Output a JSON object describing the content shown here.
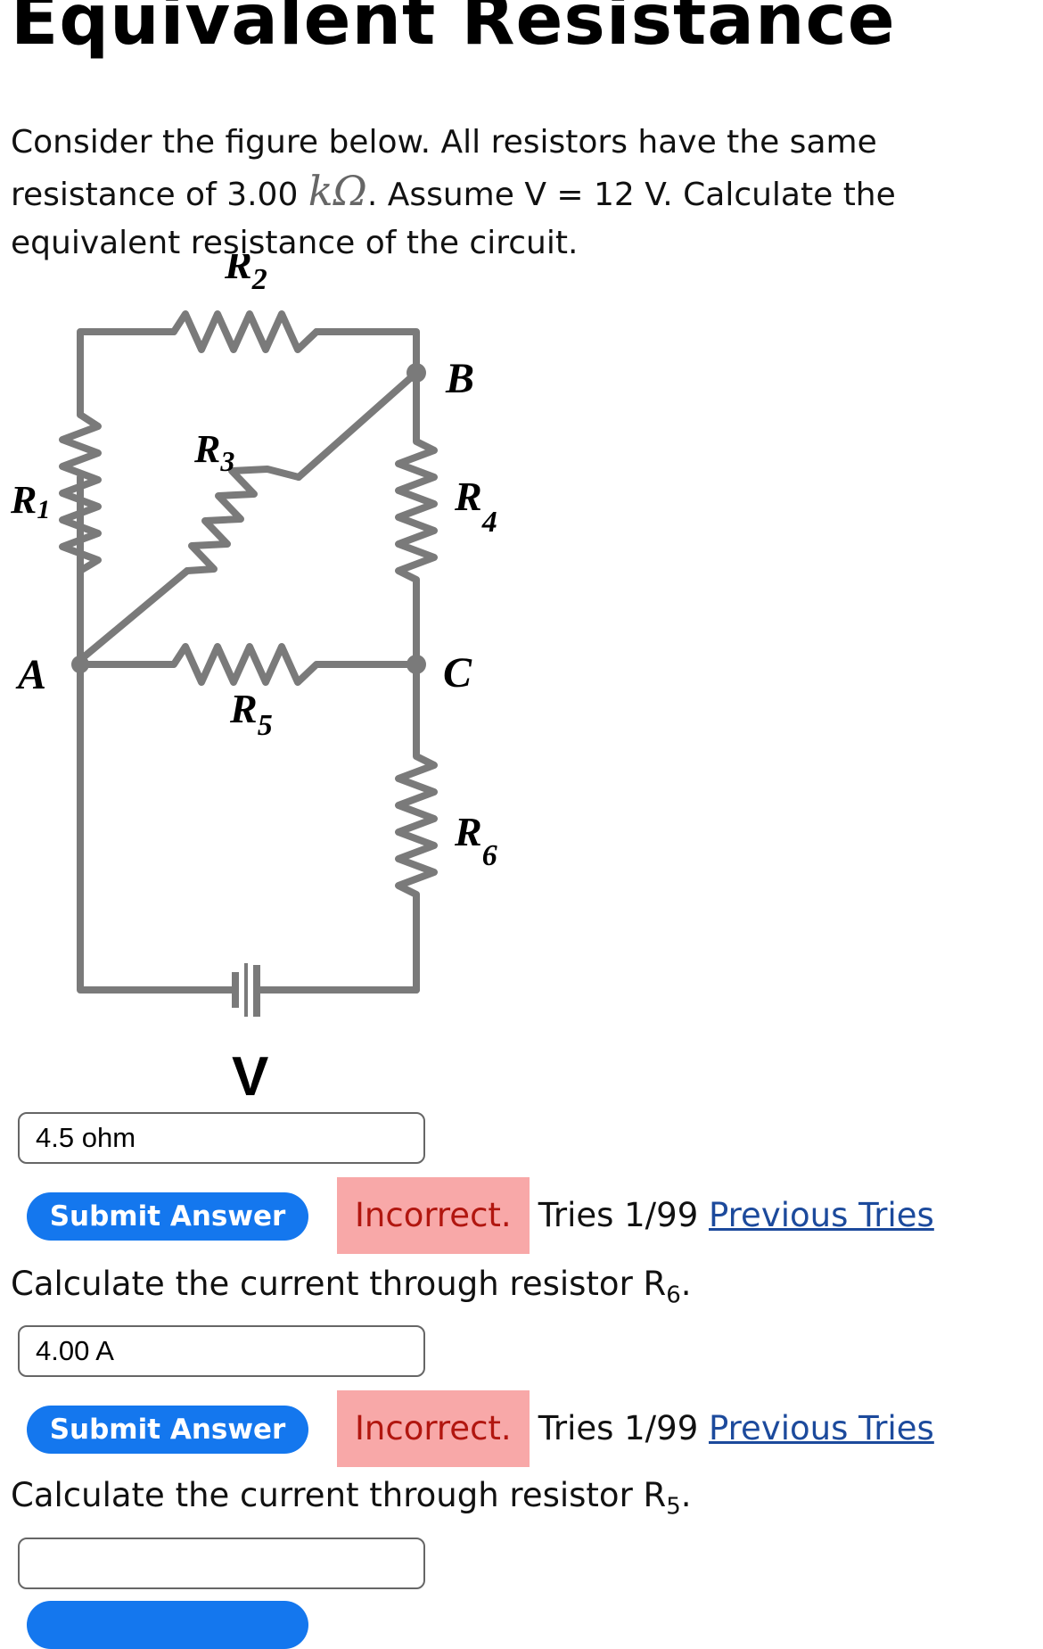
{
  "page": {
    "title": "Equivalent Resistance"
  },
  "problem": {
    "text_before": "Consider the figure below. All resistors have the same resistance of 3.00 ",
    "unit": "kΩ",
    "text_after": ". Assume V = 12 V. Calculate the equivalent resistance of the circuit."
  },
  "circuit": {
    "labels": {
      "r1": "R",
      "r1_sub": "1",
      "r2": "R",
      "r2_sub": "2",
      "r3": "R",
      "r3_sub": "3",
      "r4": "R",
      "r4_sub": "4",
      "r5": "R",
      "r5_sub": "5",
      "r6": "R",
      "r6_sub": "6",
      "node_a": "A",
      "node_b": "B",
      "node_c": "C",
      "battery": "V"
    },
    "wire_color": "#7a7a7a"
  },
  "parts": [
    {
      "input_value": "4.5 ohm",
      "submit_label": "Submit Answer",
      "result": "Incorrect.",
      "tries": "Tries 1/99",
      "previous_tries": "Previous Tries"
    },
    {
      "question": "Calculate the current through resistor R",
      "question_sub": "6",
      "question_end": ".",
      "input_value": "4.00 A",
      "submit_label": "Submit Answer",
      "result": "Incorrect.",
      "tries": "Tries 1/99",
      "previous_tries": "Previous Tries"
    },
    {
      "question": "Calculate the current through resistor R",
      "question_sub": "5",
      "question_end": ".",
      "input_value": ""
    }
  ],
  "colors": {
    "accent": "#1477ee",
    "incorrect_bg": "#f8a8a8",
    "incorrect_text": "#b1160f",
    "link": "#1c4a9c"
  }
}
